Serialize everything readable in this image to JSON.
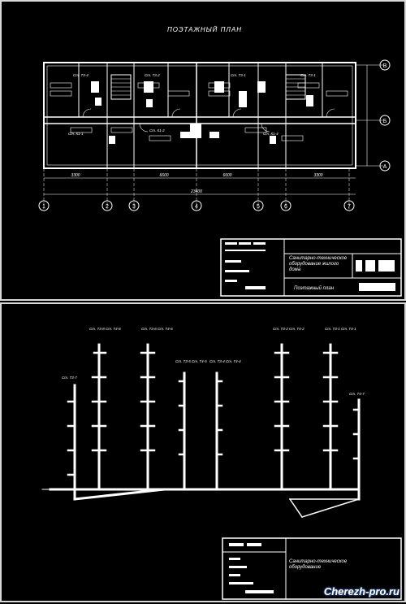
{
  "sheet1": {
    "title": "ПОЭТАЖНЫЙ ПЛАН",
    "axes_right": [
      "В",
      "Б",
      "А"
    ],
    "axes_bottom": [
      "1",
      "2",
      "3",
      "4",
      "5",
      "6",
      "7"
    ],
    "riser_labels_upper": [
      "Ст. Т3-4",
      "Ст. Т3-2",
      "Ст. Т3-1",
      "Ст. Т3-1"
    ],
    "riser_labels_lower": [
      "Ст. К1-1",
      "Ст. К1-2",
      "Ст. К1-4"
    ],
    "dims_bottom": [
      "3300",
      "6600",
      "6600",
      "3300"
    ],
    "dim_total": "23400",
    "stamp_name": "Санитарно-техническое оборудование жилого дома",
    "stamp_sheet": "Поэтажный план"
  },
  "sheet2": {
    "riser_labels": [
      "Ст. Т3-8\nСт. Т4-8",
      "Ст. Т3-6\nСт. Т4-6",
      "Ст. Т3-5\nСт. Т4-5",
      "Ст. Т3-4\nСт. Т4-4",
      "Ст. Т3-2\nСт. Т4-2",
      "Ст. Т3-1\nСт. Т4-1",
      "Ст. Т3-7",
      "Ст. Т4-7"
    ],
    "stamp_name": "Санитарно-техническое оборудование"
  },
  "watermark": "Cherezh-pro.ru"
}
